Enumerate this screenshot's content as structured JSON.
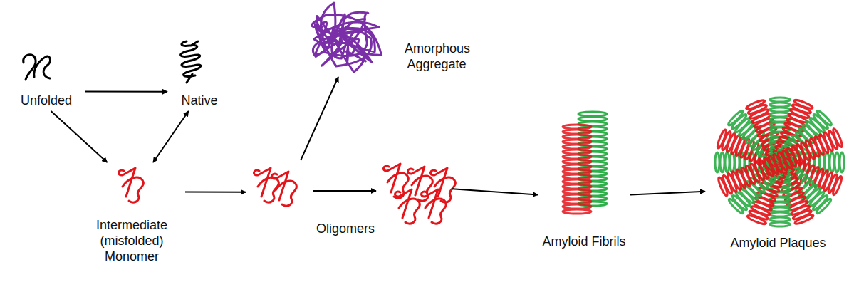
{
  "diagram": {
    "nodes": [
      {
        "text": [
          "Unfolded"
        ]
      },
      {
        "text": [
          "Native"
        ]
      },
      {
        "text": [
          "Amorphous Aggregate"
        ]
      },
      {
        "text": [
          "Intermediate (misfolded) Monomer"
        ]
      },
      {
        "text": [
          "Oligomers"
        ]
      },
      {
        "text": [
          "Amyloid Fibrils"
        ]
      },
      {
        "text": [
          "Amyloid Plaques"
        ]
      }
    ],
    "edges": [
      {
        "from": 0,
        "to": 1,
        "arrow": "to"
      },
      {
        "from": 0,
        "to": 3,
        "arrow": "to"
      },
      {
        "from": 1,
        "to": 3,
        "arrow": "both"
      },
      {
        "from": 3,
        "to": 4,
        "arrow": "to"
      },
      {
        "from": 4,
        "to": 2,
        "arrow": "to"
      },
      {
        "from": 4,
        "to": 5,
        "arrow": "to"
      },
      {
        "from": 5,
        "to": 6,
        "arrow": "to"
      }
    ]
  }
}
